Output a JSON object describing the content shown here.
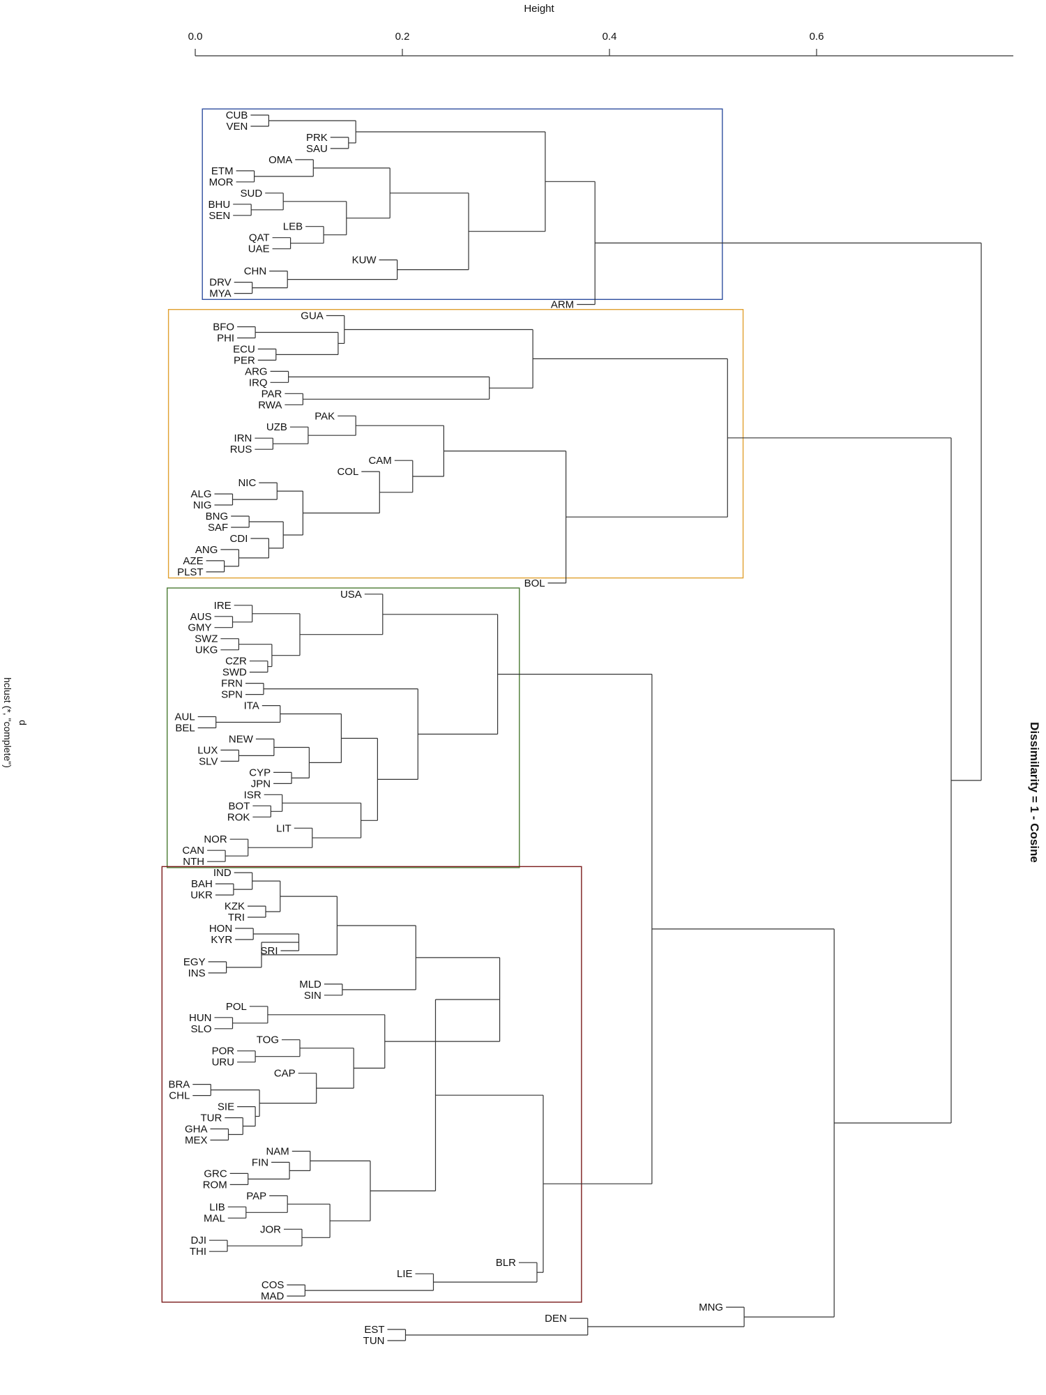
{
  "chart_data": {
    "type": "dendrogram",
    "orientation": "horizontal",
    "x_axis_label": "Height",
    "x_ticks": [
      0.0,
      0.2,
      0.4,
      0.6
    ],
    "x_tick_labels": [
      "0.0",
      "0.2",
      "0.4",
      "0.6"
    ],
    "xlim": [
      0.0,
      0.79
    ],
    "right_title": "Dissimilarity = 1 - Cosine",
    "left_title_line1": "d",
    "left_title_line2": "hclust (*, \"complete\")",
    "leaves": [
      "CUB",
      "VEN",
      "PRK",
      "SAU",
      "OMA",
      "ETM",
      "MOR",
      "SUD",
      "BHU",
      "SEN",
      "LEB",
      "QAT",
      "UAE",
      "KUW",
      "CHN",
      "DRV",
      "MYA",
      "ARM",
      "GUA",
      "BFO",
      "PHI",
      "ECU",
      "PER",
      "ARG",
      "IRQ",
      "PAR",
      "RWA",
      "PAK",
      "UZB",
      "IRN",
      "RUS",
      "CAM",
      "COL",
      "NIC",
      "ALG",
      "NIG",
      "BNG",
      "SAF",
      "CDI",
      "ANG",
      "AZE",
      "PLST",
      "BOL",
      "USA",
      "IRE",
      "AUS",
      "GMY",
      "SWZ",
      "UKG",
      "CZR",
      "SWD",
      "FRN",
      "SPN",
      "ITA",
      "AUL",
      "BEL",
      "NEW",
      "LUX",
      "SLV",
      "CYP",
      "JPN",
      "ISR",
      "BOT",
      "ROK",
      "LIT",
      "NOR",
      "CAN",
      "NTH",
      "IND",
      "BAH",
      "UKR",
      "KZK",
      "TRI",
      "HON",
      "KYR",
      "SRI",
      "EGY",
      "INS",
      "MLD",
      "SIN",
      "POL",
      "HUN",
      "SLO",
      "TOG",
      "POR",
      "URU",
      "CAP",
      "BRA",
      "CHL",
      "SIE",
      "TUR",
      "GHA",
      "MEX",
      "NAM",
      "FIN",
      "GRC",
      "ROM",
      "PAP",
      "LIB",
      "MAL",
      "JOR",
      "DJI",
      "THI",
      "BLR",
      "LIE",
      "COS",
      "MAD",
      "MNG",
      "DEN",
      "EST",
      "TUN"
    ],
    "merges": [
      {
        "a": "CUB",
        "b": "VEN",
        "height": 0.071
      },
      {
        "a": "PRK",
        "b": "SAU",
        "height": 0.148
      },
      {
        "a": "m1",
        "b": "m2",
        "height": 0.155
      },
      {
        "a": "ETM",
        "b": "MOR",
        "height": 0.057
      },
      {
        "a": "OMA",
        "b": "m4",
        "height": 0.114
      },
      {
        "a": "BHU",
        "b": "SEN",
        "height": 0.054
      },
      {
        "a": "SUD",
        "b": "m6",
        "height": 0.085
      },
      {
        "a": "QAT",
        "b": "UAE",
        "height": 0.092
      },
      {
        "a": "LEB",
        "b": "m8",
        "height": 0.124
      },
      {
        "a": "m7",
        "b": "m9",
        "height": 0.146
      },
      {
        "a": "m5",
        "b": "m10",
        "height": 0.188
      },
      {
        "a": "DRV",
        "b": "MYA",
        "height": 0.055
      },
      {
        "a": "CHN",
        "b": "m12",
        "height": 0.089
      },
      {
        "a": "KUW",
        "b": "m13",
        "height": 0.195
      },
      {
        "a": "m11",
        "b": "m14",
        "height": 0.264
      },
      {
        "a": "m3",
        "b": "m15",
        "height": 0.338
      },
      {
        "a": "ARM",
        "b": "m16",
        "height": 0.386
      },
      {
        "a": "BFO",
        "b": "PHI",
        "height": 0.058
      },
      {
        "a": "ECU",
        "b": "PER",
        "height": 0.078
      },
      {
        "a": "m18",
        "b": "m19",
        "height": 0.138
      },
      {
        "a": "GUA",
        "b": "m20",
        "height": 0.144
      },
      {
        "a": "ARG",
        "b": "IRQ",
        "height": 0.09
      },
      {
        "a": "PAR",
        "b": "RWA",
        "height": 0.104
      },
      {
        "a": "m22",
        "b": "m23",
        "height": 0.284
      },
      {
        "a": "m21",
        "b": "m24",
        "height": 0.326
      },
      {
        "a": "IRN",
        "b": "RUS",
        "height": 0.075
      },
      {
        "a": "UZB",
        "b": "m26",
        "height": 0.109
      },
      {
        "a": "PAK",
        "b": "m27",
        "height": 0.155
      },
      {
        "a": "ALG",
        "b": "NIG",
        "height": 0.036
      },
      {
        "a": "NIC",
        "b": "m29",
        "height": 0.079
      },
      {
        "a": "BNG",
        "b": "SAF",
        "height": 0.052
      },
      {
        "a": "AZE",
        "b": "PLST",
        "height": 0.028
      },
      {
        "a": "ANG",
        "b": "m32",
        "height": 0.042
      },
      {
        "a": "CDI",
        "b": "m33",
        "height": 0.071
      },
      {
        "a": "m31",
        "b": "m34",
        "height": 0.085
      },
      {
        "a": "m30",
        "b": "m35",
        "height": 0.104
      },
      {
        "a": "COL",
        "b": "m36",
        "height": 0.178
      },
      {
        "a": "CAM",
        "b": "m37",
        "height": 0.21
      },
      {
        "a": "m28",
        "b": "m38",
        "height": 0.24
      },
      {
        "a": "BOL",
        "b": "m39",
        "height": 0.358
      },
      {
        "a": "m25",
        "b": "m40",
        "height": 0.514
      },
      {
        "a": "AUS",
        "b": "GMY",
        "height": 0.036
      },
      {
        "a": "IRE",
        "b": "m42",
        "height": 0.055
      },
      {
        "a": "SWZ",
        "b": "UKG",
        "height": 0.042
      },
      {
        "a": "CZR",
        "b": "SWD",
        "height": 0.07
      },
      {
        "a": "m44",
        "b": "m45",
        "height": 0.074
      },
      {
        "a": "m43",
        "b": "m46",
        "height": 0.101
      },
      {
        "a": "USA",
        "b": "m47",
        "height": 0.181
      },
      {
        "a": "FRN",
        "b": "SPN",
        "height": 0.066
      },
      {
        "a": "AUL",
        "b": "BEL",
        "height": 0.02
      },
      {
        "a": "ITA",
        "b": "m50",
        "height": 0.082
      },
      {
        "a": "LUX",
        "b": "SLV",
        "height": 0.042
      },
      {
        "a": "NEW",
        "b": "m52",
        "height": 0.076
      },
      {
        "a": "CYP",
        "b": "JPN",
        "height": 0.093
      },
      {
        "a": "m53",
        "b": "m54",
        "height": 0.11
      },
      {
        "a": "m51",
        "b": "m55",
        "height": 0.141
      },
      {
        "a": "BOT",
        "b": "ROK",
        "height": 0.073
      },
      {
        "a": "ISR",
        "b": "m57",
        "height": 0.084
      },
      {
        "a": "CAN",
        "b": "NTH",
        "height": 0.029
      },
      {
        "a": "NOR",
        "b": "m59",
        "height": 0.051
      },
      {
        "a": "LIT",
        "b": "m60",
        "height": 0.113
      },
      {
        "a": "m58",
        "b": "m61",
        "height": 0.16
      },
      {
        "a": "m56",
        "b": "m62",
        "height": 0.176
      },
      {
        "a": "m49",
        "b": "m63",
        "height": 0.215
      },
      {
        "a": "m48",
        "b": "m64",
        "height": 0.292
      },
      {
        "a": "BAH",
        "b": "UKR",
        "height": 0.037
      },
      {
        "a": "IND",
        "b": "m66",
        "height": 0.055
      },
      {
        "a": "KZK",
        "b": "TRI",
        "height": 0.068
      },
      {
        "a": "m67",
        "b": "m68",
        "height": 0.082
      },
      {
        "a": "HON",
        "b": "KYR",
        "height": 0.056
      },
      {
        "a": "m70",
        "b": "SRI",
        "height": 0.1
      },
      {
        "a": "EGY",
        "b": "INS",
        "height": 0.03
      },
      {
        "a": "m71",
        "b": "m72",
        "height": 0.064
      },
      {
        "a": "m69",
        "b": "m73",
        "height": 0.137
      },
      {
        "a": "MLD",
        "b": "SIN",
        "height": 0.142
      },
      {
        "a": "m74",
        "b": "m75",
        "height": 0.213
      },
      {
        "a": "HUN",
        "b": "SLO",
        "height": 0.036
      },
      {
        "a": "POL",
        "b": "m77",
        "height": 0.07
      },
      {
        "a": "POR",
        "b": "URU",
        "height": 0.058
      },
      {
        "a": "TOG",
        "b": "m79",
        "height": 0.101
      },
      {
        "a": "BRA",
        "b": "CHL",
        "height": 0.015
      },
      {
        "a": "GHA",
        "b": "MEX",
        "height": 0.032
      },
      {
        "a": "TUR",
        "b": "m82",
        "height": 0.046
      },
      {
        "a": "SIE",
        "b": "m83",
        "height": 0.058
      },
      {
        "a": "m81",
        "b": "m84",
        "height": 0.062
      },
      {
        "a": "CAP",
        "b": "m85",
        "height": 0.117
      },
      {
        "a": "m80",
        "b": "m86",
        "height": 0.153
      },
      {
        "a": "m78",
        "b": "m87",
        "height": 0.183
      },
      {
        "a": "m76",
        "b": "m88",
        "height": 0.294
      },
      {
        "a": "GRC",
        "b": "ROM",
        "height": 0.051
      },
      {
        "a": "FIN",
        "b": "m90",
        "height": 0.091
      },
      {
        "a": "NAM",
        "b": "m91",
        "height": 0.111
      },
      {
        "a": "LIB",
        "b": "MAL",
        "height": 0.049
      },
      {
        "a": "PAP",
        "b": "m93",
        "height": 0.089
      },
      {
        "a": "DJI",
        "b": "THI",
        "height": 0.031
      },
      {
        "a": "JOR",
        "b": "m95",
        "height": 0.103
      },
      {
        "a": "m94",
        "b": "m96",
        "height": 0.13
      },
      {
        "a": "m92",
        "b": "m97",
        "height": 0.169
      },
      {
        "a": "m89",
        "b": "m98",
        "height": 0.232
      },
      {
        "a": "COS",
        "b": "MAD",
        "height": 0.106
      },
      {
        "a": "LIE",
        "b": "m100",
        "height": 0.23
      },
      {
        "a": "BLR",
        "b": "m101",
        "height": 0.33
      },
      {
        "a": "m99",
        "b": "m102",
        "height": 0.336
      },
      {
        "a": "m65",
        "b": "m103",
        "height": 0.441
      },
      {
        "a": "EST",
        "b": "TUN",
        "height": 0.203
      },
      {
        "a": "DEN",
        "b": "m105",
        "height": 0.379
      },
      {
        "a": "MNG",
        "b": "m106",
        "height": 0.53
      },
      {
        "a": "m104",
        "b": "m107",
        "height": 0.617
      },
      {
        "a": "m41",
        "b": "m108",
        "height": 0.73
      },
      {
        "a": "m17",
        "b": "m109",
        "height": 0.759
      }
    ],
    "cluster_boxes": [
      {
        "first": "CUB",
        "last": "MYA",
        "height": 0.509,
        "color": "#2f4f9f"
      },
      {
        "first": "GUA",
        "last": "PLST",
        "height": 0.529,
        "color": "#e0a030"
      },
      {
        "first": "USA",
        "last": "NTH",
        "height": 0.313,
        "color": "#4a7a32"
      },
      {
        "first": "IND",
        "last": "MAD",
        "height": 0.373,
        "color": "#7a1a1a"
      }
    ]
  }
}
